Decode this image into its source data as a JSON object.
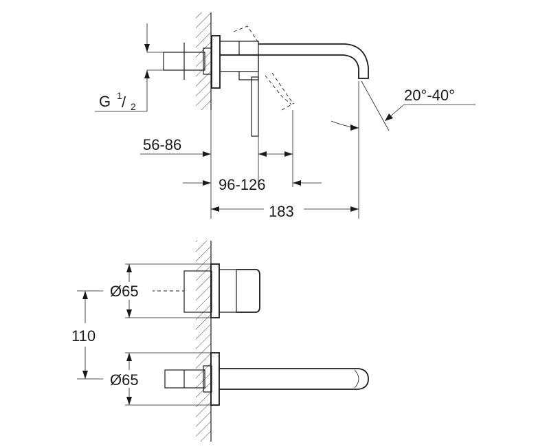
{
  "labels": {
    "thread": "G",
    "thread_num": "1",
    "thread_slash": "/",
    "thread_den": "2",
    "angle": "20°-40°",
    "wall_depth": "56-86",
    "lever_depth": "96-126",
    "projection": "183",
    "diameter_top": "Ø65",
    "diameter_bottom": "Ø65",
    "spacing": "110"
  }
}
